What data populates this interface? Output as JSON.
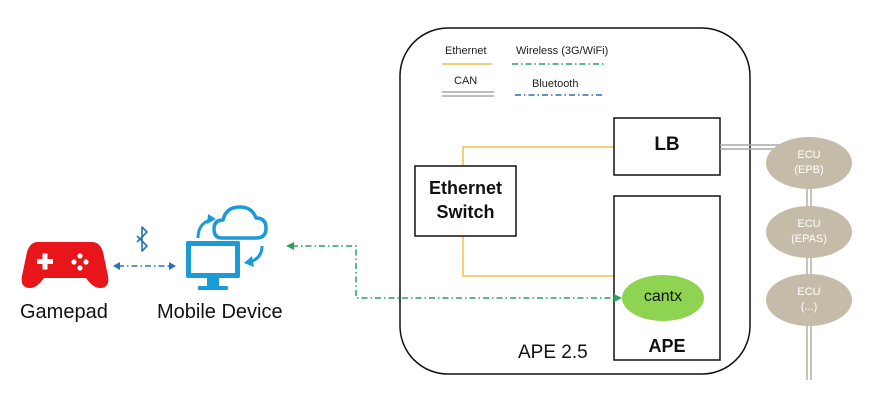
{
  "legend": {
    "ethernet": "Ethernet",
    "wireless": "Wireless (3G/WiFi)",
    "can": "CAN",
    "bluetooth": "Bluetooth"
  },
  "devices": {
    "gamepad": "Gamepad",
    "mobile_device": "Mobile Device"
  },
  "system": {
    "title": "APE 2.5",
    "lb": "LB",
    "ethernet_switch_line1": "Ethernet",
    "ethernet_switch_line2": "Switch",
    "ape": "APE",
    "cantx": "cantx"
  },
  "ecus": [
    {
      "line1": "ECU",
      "line2": "(EPB)"
    },
    {
      "line1": "ECU",
      "line2": "(EPAS)"
    },
    {
      "line1": "ECU",
      "line2": "(...)"
    }
  ],
  "icons": {
    "bluetooth": "bluetooth-icon",
    "gamepad": "gamepad-icon",
    "monitor": "monitor-icon",
    "cloud": "cloud-sync-icon"
  },
  "colors": {
    "ethernet": "#f0c050",
    "wireless": "#2aa060",
    "bluetooth": "#2a70b8",
    "can": "#a8a8a8",
    "ecu": "#c4bca8",
    "cantx": "#8ed352",
    "gamepad": "#e8161b",
    "device_blue": "#1a9ad6"
  }
}
